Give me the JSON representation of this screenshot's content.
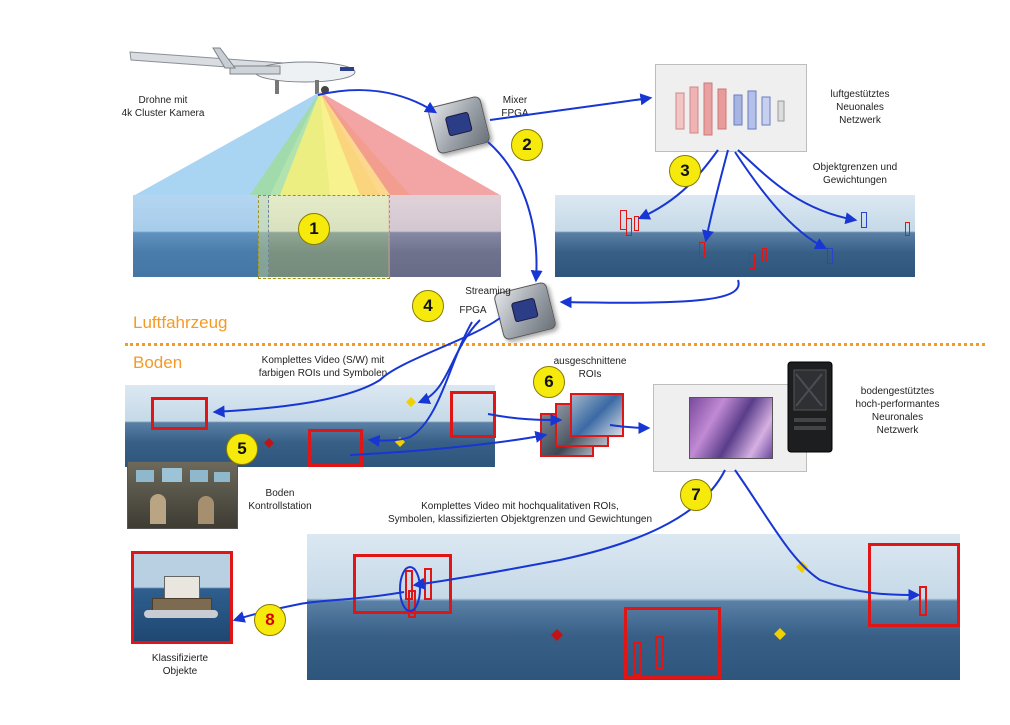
{
  "labels": {
    "drone": "Drohne  mit\n4k Cluster Kamera",
    "mixer": "Mixer\nFPGA",
    "air_nn": "luftgestütztes\nNeuonales\nNetzwerk",
    "bounds": "Objektgrenzen und\nGewichtungen",
    "streaming": "Streaming",
    "fpga": "FPGA",
    "full_video_sw": "Komplettes Video (S/W) mit\nfarbigen ROIs und Symbolen",
    "cut_rois": "ausgeschnittene\nROIs",
    "ground_nn": "bodengestütztes\nhoch-performantes\nNeuronales\nNetzwerk",
    "ground_station": "Boden\nKontrollstation",
    "full_video_hq": "Komplettes Video mit hochqualitativen ROIs,\nSymbolen, klassifizierten Objektgrenzen und Gewichtungen",
    "classified": "Klassifizierte\nObjekte"
  },
  "sections": {
    "aircraft": "Luftfahrzeug",
    "ground": "Boden"
  },
  "steps": [
    "1",
    "2",
    "3",
    "4",
    "5",
    "6",
    "7",
    "8"
  ],
  "colors": {
    "accent_orange": "#f39b25",
    "arrow_blue": "#1736d4",
    "roi_red": "#e01616",
    "badge_yellow": "#f5ea0b",
    "badge8_text": "#d40000"
  }
}
